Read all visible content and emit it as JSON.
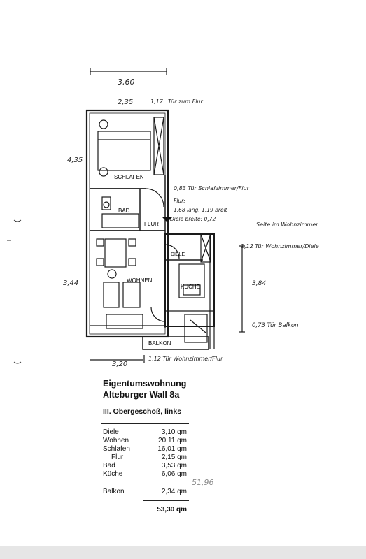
{
  "plan": {
    "rooms": {
      "schlafen": "SCHLAFEN",
      "bad": "BAD",
      "flur": "FLUR",
      "diele": "DIELE",
      "wohnen": "WOHNEN",
      "kueche": "KÜCHE",
      "balkon": "BALKON"
    },
    "annotations": {
      "width_top": "3,60",
      "top_seg1": "2,35",
      "top_seg2": "1,17",
      "top_door_note": "Tür zum Flur",
      "height_left_upper": "4,35",
      "height_left_lower": "3,44",
      "note_schlafen_door": "0,83  Tür Schlafzimmer/Flur",
      "note_flur_line1": "Flur:",
      "note_flur_line2": "1,68 lang, 1,19 breit",
      "note_flur_line3": "Diele breite: 0,72",
      "note_wohnzimmer_side": "Seite im Wohnzimmer:",
      "note_wohnzimmer_door": "1,12  Tür Wohnzimmer/Diele",
      "height_right": "3,84",
      "note_balkon_door": "0,73  Tür Balkon",
      "width_bottom": "3,20",
      "note_bottom_door": "1,12  Tür Wohnzimmer/Flur"
    }
  },
  "document": {
    "title_line1": "Eigentumswohnung",
    "title_line2": "Alteburger Wall 8a",
    "floor": "III. Obergeschoß, links",
    "areas": [
      {
        "name": "Diele",
        "value": "3,10 qm"
      },
      {
        "name": "Wohnen",
        "value": "20,11 qm"
      },
      {
        "name": "Schlafen",
        "value": "16,01 qm"
      },
      {
        "name": "Flur",
        "value": "2,15 qm"
      },
      {
        "name": "Bad",
        "value": "3,53 qm"
      },
      {
        "name": "Küche",
        "value": "6,06 qm"
      }
    ],
    "balkon": {
      "name": "Balkon",
      "value": "2,34 qm"
    },
    "total": "53,30 qm",
    "pencil_note": "51,96"
  }
}
